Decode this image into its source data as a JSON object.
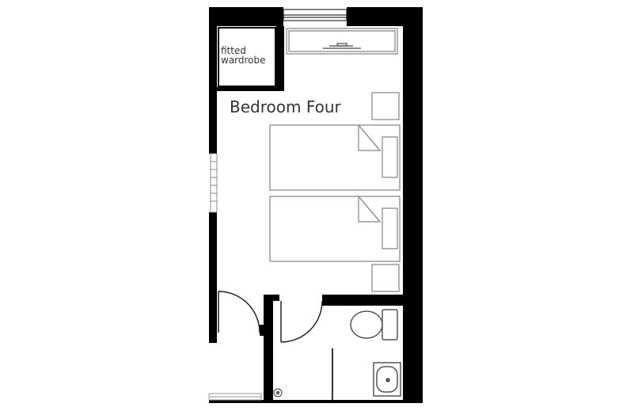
{
  "rooms": {
    "bedroom": "Bedroom Four",
    "wardrobe_line1": "fitted",
    "wardrobe_line2": "wardrobe"
  },
  "colors": {
    "wall": "#000000",
    "furniture": "#9a9a9a",
    "fixture": "#555555",
    "label": "#333333",
    "background": "#ffffff"
  },
  "furniture": {
    "beds": 2,
    "bedside_tables": 2
  },
  "bathroom": {
    "fixtures": [
      "toilet",
      "washbasin",
      "shower-drain"
    ]
  }
}
